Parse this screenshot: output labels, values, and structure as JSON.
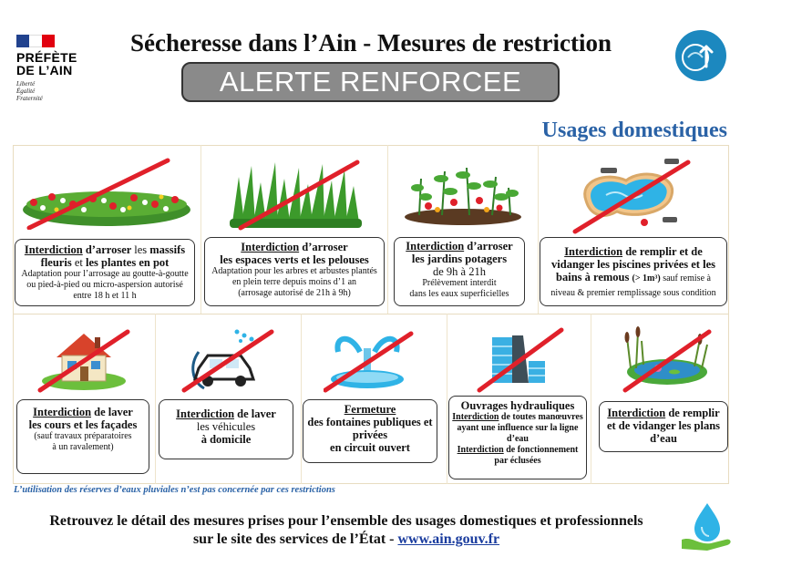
{
  "header": {
    "logo_name_line1": "PRÉFÈTE",
    "logo_name_line2": "DE L’AIN",
    "motto_line1": "Liberté",
    "motto_line2": "Égalité",
    "motto_line3": "Fraternité",
    "title": "Sécheresse dans l’Ain - Mesures de restriction",
    "alert_level": "ALERTE RENFORCEE",
    "section_title": "Usages domestiques"
  },
  "colors": {
    "section_blue": "#2a62a6",
    "alert_grey": "#8a8a8a",
    "cross_red": "#e0202a",
    "flag_blue": "#21428e",
    "flag_red": "#e1000f",
    "logo_blue": "#1c88bf"
  },
  "icons": {
    "flower_bed": "flower-bed-icon",
    "lawn": "lawn-icon",
    "vegetable_garden": "vegetable-garden-icon",
    "pool": "swimming-pool-icon",
    "house": "house-icon",
    "car_wash": "car-wash-icon",
    "fountain": "fountain-icon",
    "dam": "dam-icon",
    "pond": "pond-icon",
    "water_hand": "water-drop-hand-icon"
  },
  "restrictions": {
    "flower_beds": {
      "kw": "Interdiction",
      "t1": " d’arroser ",
      "t2": "les",
      "t3": " massifs fleuris ",
      "t4": "et",
      "t5": " les plantes en pot",
      "detail": "Adaptation pour l’arrosage au goutte-à-goutte ou pied-à-pied ou micro-aspersion autorisé entre 18 h et 11 h"
    },
    "lawns": {
      "kw": "Interdiction",
      "t1": " d’arroser",
      "t2": "les espaces verts et les pelouses",
      "detail1": "Adaptation pour les arbres et arbustes plantés en plein terre depuis moins d’1 an",
      "detail2": "(arrosage autorisé de 21h à 9h)"
    },
    "vegetable_gardens": {
      "kw": "Interdiction",
      "t1": " d’arroser",
      "t2": "les jardins potagers",
      "t3": "de 9h à 21h",
      "detail1": "Prélèvement interdit",
      "detail2": "dans les eaux superficielles"
    },
    "pools": {
      "kw": "Interdiction",
      "t1": " de remplir et de vidanger les piscines privées et les bains à remous ",
      "t2": "(> 1m³)",
      "detail": " sauf remise à niveau & premier remplissage sous condition"
    },
    "courtyards": {
      "kw": "Interdiction",
      "t1": " de laver",
      "t2": "les cours et les façades",
      "detail1": "(sauf travaux préparatoires",
      "detail2": "à un ravalement)"
    },
    "vehicles": {
      "kw": "Interdiction",
      "t1": " de laver",
      "t2": "les véhicules",
      "t3": "à domicile"
    },
    "fountains": {
      "kw": "Fermeture",
      "t1": "des fontaines publiques et privées",
      "t2": "en circuit ouvert"
    },
    "hydraulic": {
      "t1": "Ouvrages hydrauliques",
      "kw1": "Interdiction",
      "t2": " de toutes manœuvres ayant une influence sur la ligne d’eau",
      "kw2": "Interdiction",
      "t3": " de fonctionnement par éclusées"
    },
    "ponds": {
      "kw": "Interdiction",
      "t1": " de remplir et de vidanger les plans d’eau"
    }
  },
  "note": "L’utilisation des réserves d’eaux pluviales n’est pas concernée par ces restrictions",
  "footer": {
    "line1": "Retrouvez le détail des mesures prises pour l’ensemble des usages domestiques et professionnels",
    "line2": "sur le site des services de l’État - ",
    "link": "www.ain.gouv.fr"
  }
}
